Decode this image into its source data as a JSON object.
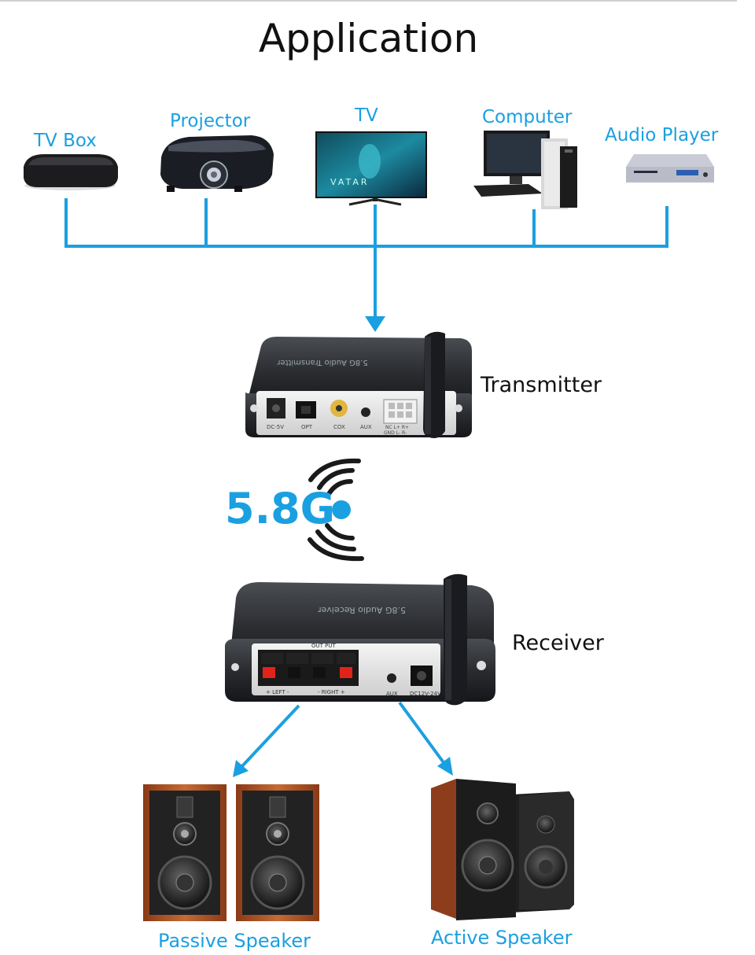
{
  "title": "Application",
  "sources": [
    {
      "label": "TV Box",
      "icon": "tv-box-icon"
    },
    {
      "label": "Projector",
      "icon": "projector-icon"
    },
    {
      "label": "TV",
      "icon": "tv-icon"
    },
    {
      "label": "Computer",
      "icon": "computer-icon"
    },
    {
      "label": "Audio Player",
      "icon": "audio-player-icon"
    }
  ],
  "tv_screen_text": "VATAR",
  "transmitter": {
    "label": "Transmitter",
    "top_text": "5.8G Audio Transmitter",
    "ports": [
      "DC-5V",
      "OPT",
      "COX",
      "AUX"
    ],
    "terminal_text": [
      "NC L+ R+",
      "GND L- R-"
    ]
  },
  "wireless": {
    "label": "5.8G"
  },
  "receiver": {
    "label": "Receiver",
    "top_text": "5.8G Audio Receiver",
    "output_label": "OUT PUT",
    "left_label": "+ LEFT -",
    "right_label": "- RIGHT +",
    "ports": [
      "AUX",
      "DC12V-24V"
    ]
  },
  "outputs": [
    {
      "label": "Passive Speaker",
      "icon": "passive-speaker-icon"
    },
    {
      "label": "Active Speaker",
      "icon": "active-speaker-icon"
    }
  ],
  "colors": {
    "accent": "#1aa0e0",
    "device": "#2b2d31",
    "panel": "#e9e9e9",
    "wood": "#b65a2a"
  }
}
